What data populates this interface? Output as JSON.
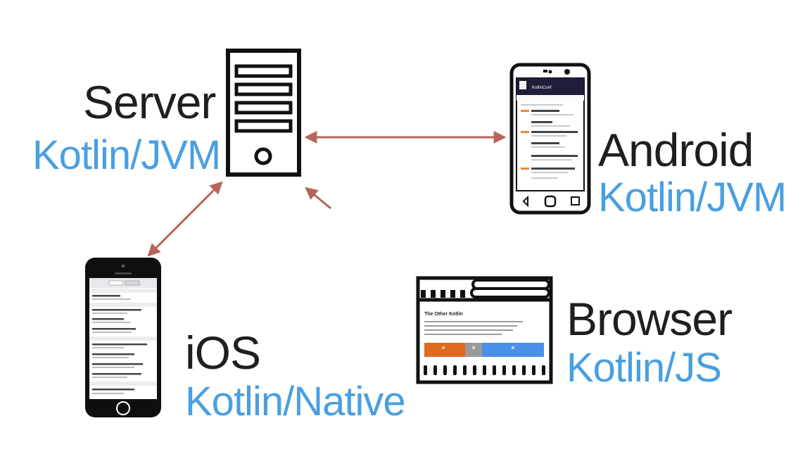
{
  "nodes": {
    "server": {
      "title": "Server",
      "platform": "Kotlin/JVM"
    },
    "android": {
      "title": "Android",
      "platform": "Kotlin/JVM"
    },
    "ios": {
      "title": "iOS",
      "platform": "Kotlin/Native"
    },
    "browser": {
      "title": "Browser",
      "platform": "Kotlin/JS"
    }
  },
  "android_screen": {
    "app_title": "KotlinConf"
  },
  "browser_screen": {
    "heading": "The Other Kotlin"
  },
  "colors": {
    "arrow": "#b5655a",
    "platform_text": "#4a9fe0",
    "title_text": "#1f1f1f",
    "outline": "#111111",
    "browser_orange": "#e06a1e",
    "browser_gray": "#9a9a9a",
    "browser_blue": "#4a8fe8"
  },
  "icons": [
    "server-icon",
    "android-phone-icon",
    "iphone-icon",
    "browser-window-icon"
  ]
}
